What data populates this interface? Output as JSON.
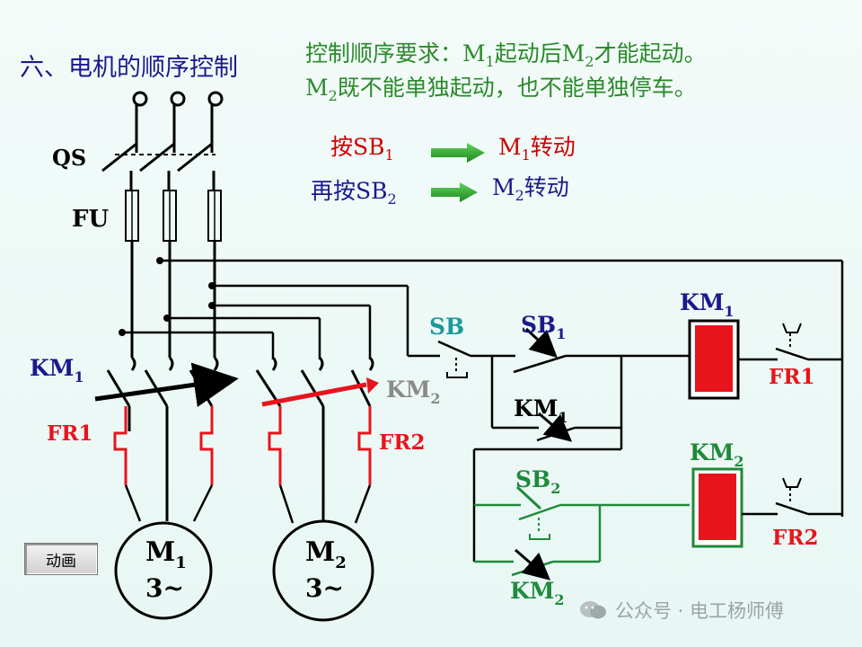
{
  "title": "六、电机的顺序控制",
  "requirement": {
    "line1_prefix": "控制顺序要求：M",
    "line1_sub1": "1",
    "line1_mid": "起动后M",
    "line1_sub2": "2",
    "line1_suffix": "才能起动。",
    "line2_prefix": "M",
    "line2_sub": "2",
    "line2_suffix": "既不能单独起动，也不能单独停车。"
  },
  "steps": [
    {
      "action": "按SB",
      "action_sub": "1",
      "result": "M",
      "result_sub": "1",
      "result_suffix": "转动",
      "color": "#cc0000"
    },
    {
      "action": "再按SB",
      "action_sub": "2",
      "result": "M",
      "result_sub": "2",
      "result_suffix": "转动",
      "color": "#1a1a8c"
    }
  ],
  "labels": {
    "qs": "QS",
    "fu": "FU",
    "km1_main": "KM",
    "km1_main_sub": "1",
    "km2_main": "KM",
    "km2_main_sub": "2",
    "fr1_main": "FR1",
    "fr2_main": "FR2",
    "m1": "M",
    "m1_sub": "1",
    "m1_phase": "3~",
    "m2": "M",
    "m2_sub": "2",
    "m2_phase": "3~",
    "sb": "SB",
    "sb1": "SB",
    "sb1_sub": "1",
    "km1_aux": "KM",
    "km1_aux_sub": "1",
    "km1_coil": "KM",
    "km1_coil_sub": "1",
    "fr1_ctrl": "FR1",
    "sb2": "SB",
    "sb2_sub": "2",
    "km2_aux": "KM",
    "km2_aux_sub": "2",
    "km2_coil": "KM",
    "km2_coil_sub": "2",
    "fr2_ctrl": "FR2"
  },
  "button": {
    "label": "动画"
  },
  "watermark": {
    "text": "公众号 · 电工杨师傅"
  },
  "colors": {
    "title": "#1a1a8c",
    "requirement": "#2a8a2a",
    "red": "#e8141c",
    "green": "#1f8a3a",
    "teal": "#1a9a9a",
    "gray": "#8a8a8a",
    "wire": "#000000"
  }
}
